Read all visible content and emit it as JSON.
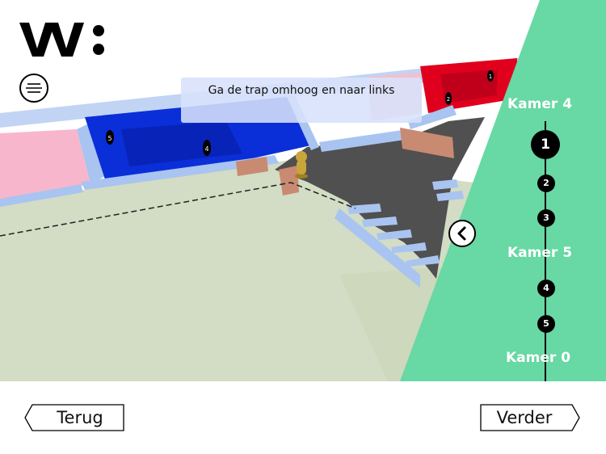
{
  "app": {
    "logo_text": "W:",
    "instruction": "Ga de trap omhoog en naar links"
  },
  "panel": {
    "rooms": [
      {
        "label": "Kamer 4"
      },
      {
        "label": "Kamer 5"
      },
      {
        "label": "Kamer 0"
      }
    ],
    "steps": [
      {
        "label": "1",
        "active": true
      },
      {
        "label": "2",
        "active": false
      },
      {
        "label": "3",
        "active": false
      },
      {
        "label": "4",
        "active": false
      },
      {
        "label": "5",
        "active": false
      }
    ]
  },
  "nav": {
    "back_label": "Terug",
    "next_label": "Verder"
  },
  "map": {
    "room_numbers": [
      "5",
      "4",
      "2",
      "1"
    ]
  },
  "colors": {
    "panel_green": "#68d8a4",
    "floor_green": "#d3dcc4",
    "wall_blue": "#a9c4f0",
    "room_blue": "#0a2fd8",
    "room_red": "#e0001e",
    "room_pink": "#f8b6cc",
    "stair_dark": "#505050",
    "door_brown": "#c98a72",
    "marker_gold": "#c9a53a"
  }
}
